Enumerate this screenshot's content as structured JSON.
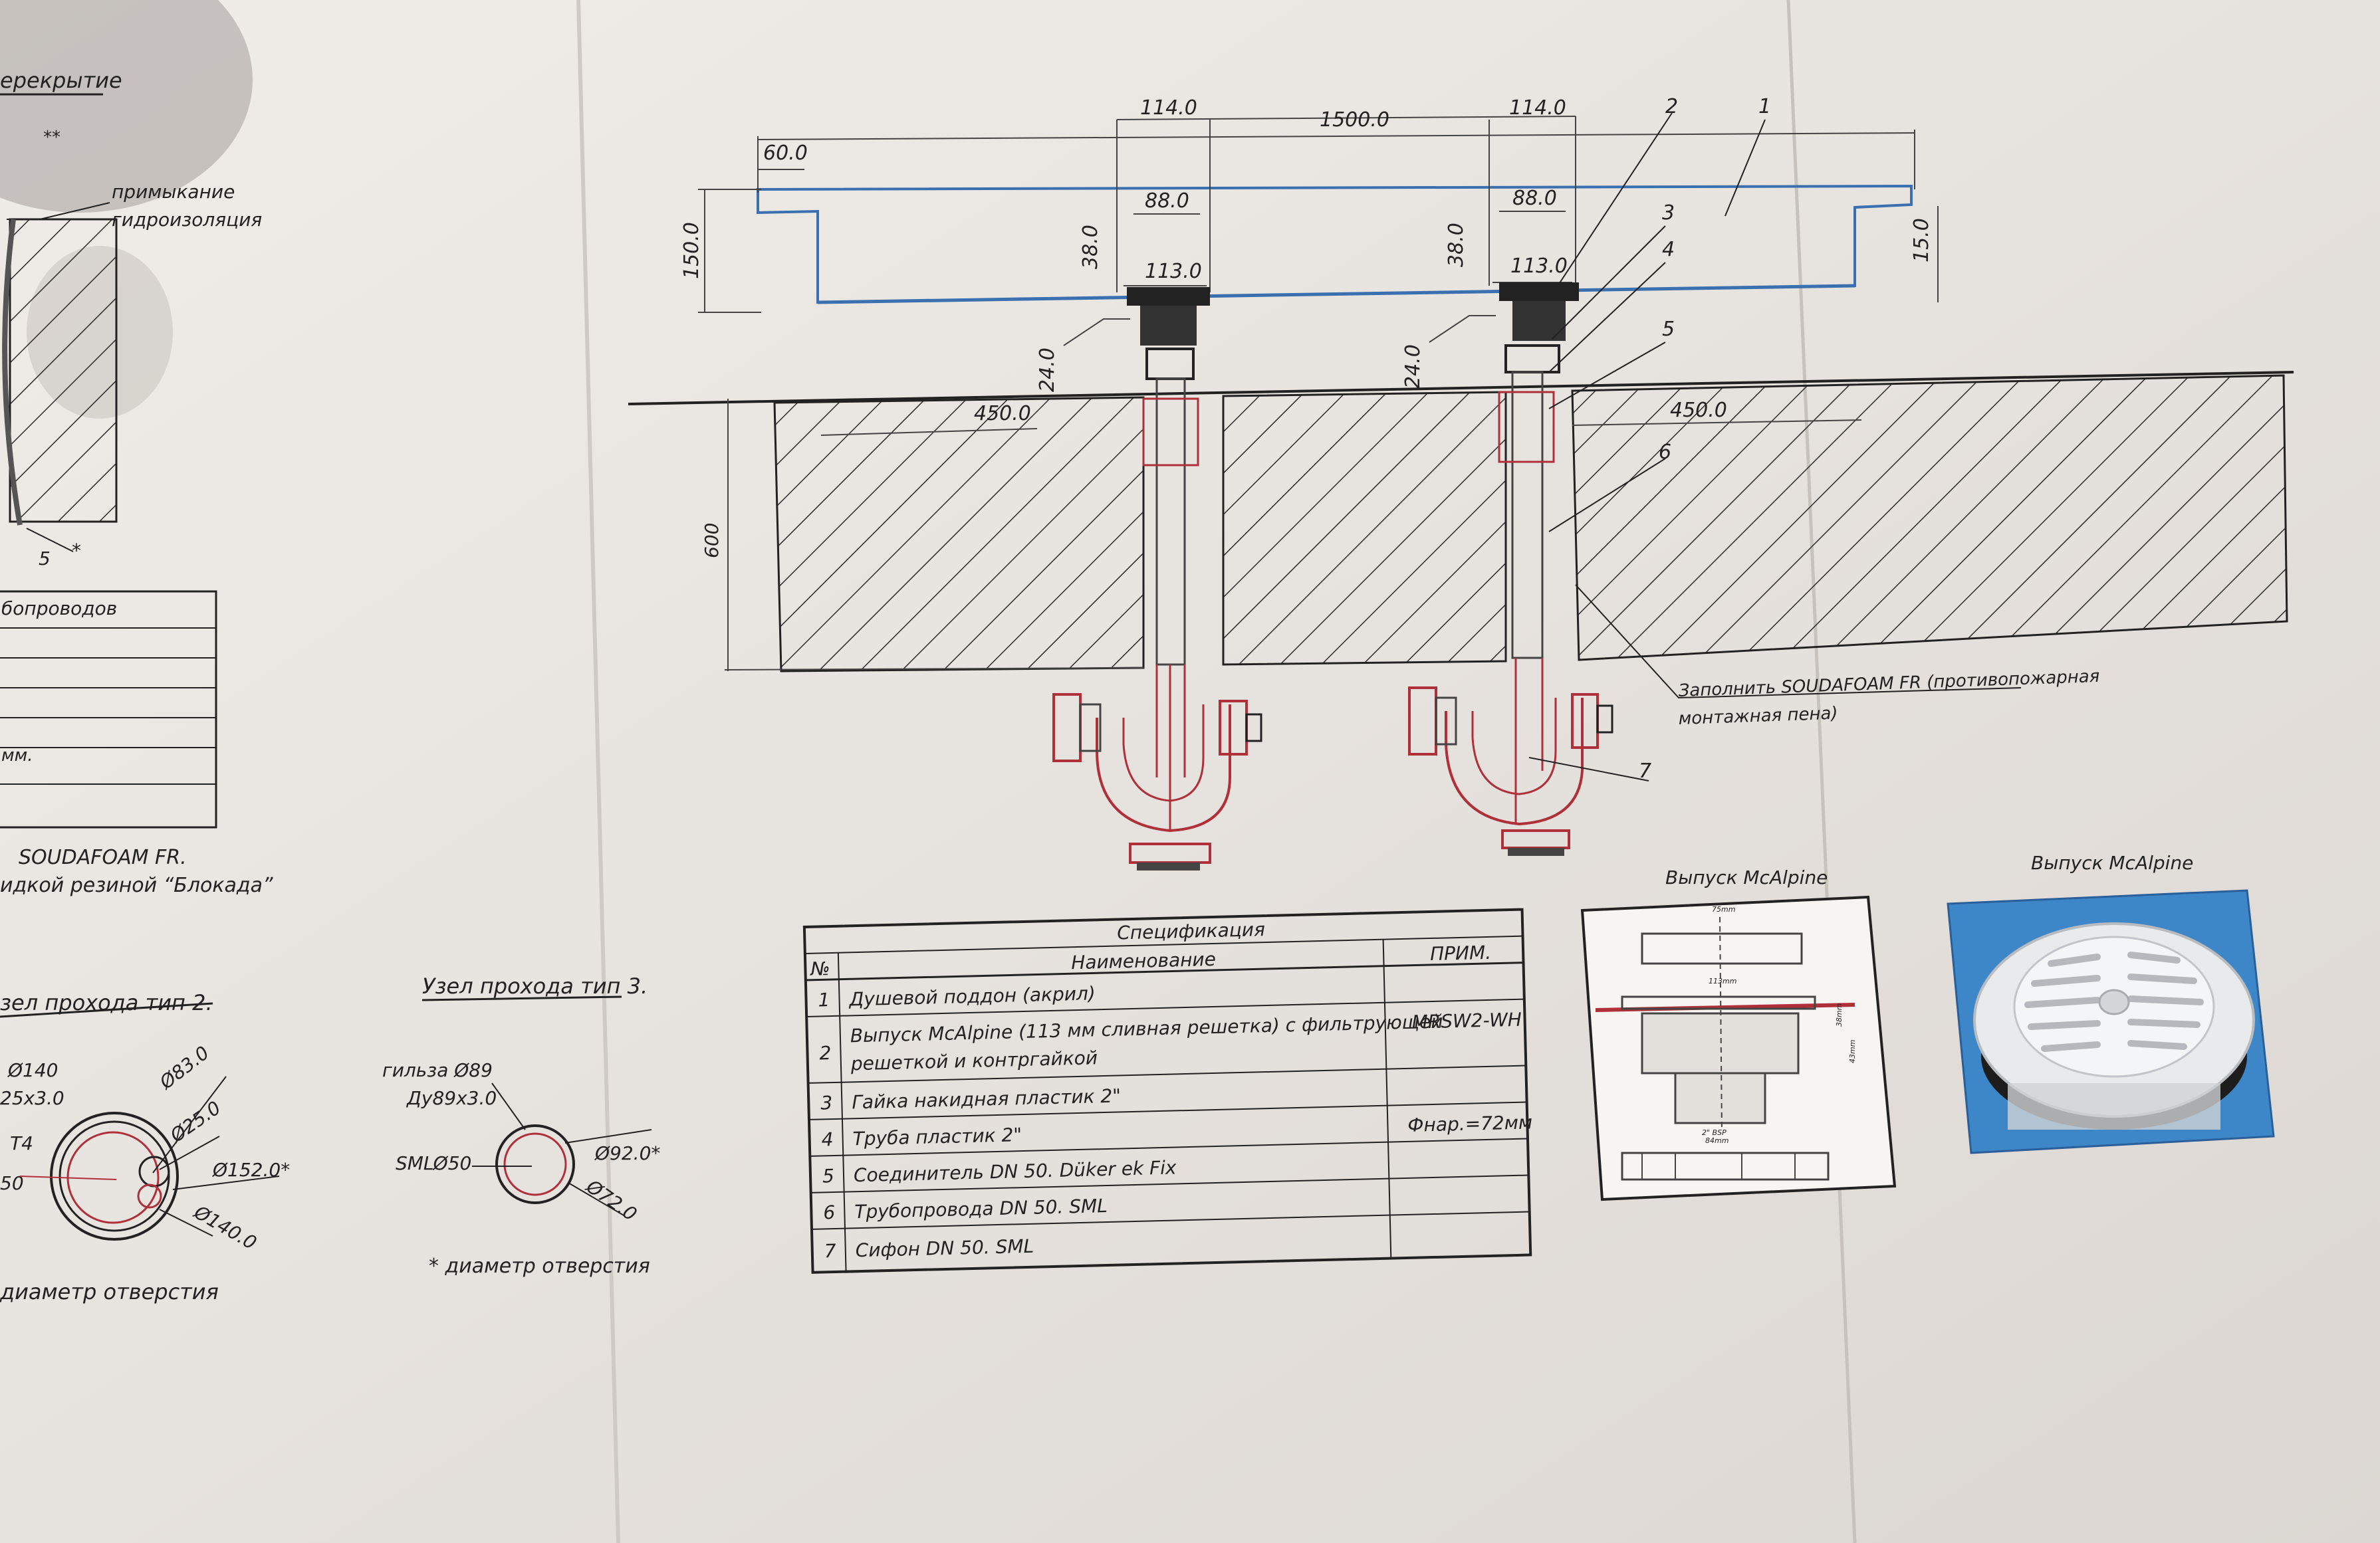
{
  "left_panel": {
    "heading_partial": "ерекрытие",
    "mark_double_star": "**",
    "label_adjoin": "примыкание",
    "label_waterproof": "гидроизоляция",
    "callout_5": "5",
    "callout_star": "*",
    "table_header_partial": "бопроводов",
    "table_row_mm": "мм.",
    "note_line1": "SOUDAFOAM FR.",
    "note_line2": "идкой резиной “Блокада”"
  },
  "dims": {
    "width_60": "60.0",
    "top_114_left": "114.0",
    "top_1500": "1500.0",
    "top_114_right": "114.0",
    "d88_left": "88.0",
    "d88_right": "88.0",
    "d113_left": "113.0",
    "d113_right": "113.0",
    "h38_left": "38.0",
    "h38_right": "38.0",
    "h150": "150.0",
    "h15": "15.0",
    "h24_left": "24.0",
    "h24_right": "24.0",
    "w450_left": "450.0",
    "w450_right": "450.0",
    "h600": "600"
  },
  "callouts": [
    "1",
    "2",
    "3",
    "4",
    "5",
    "6",
    "7"
  ],
  "fill_note": {
    "line1": "Заполнить  SOUDAFOAM FR (противопожарная",
    "line2": "монтажная пена)"
  },
  "spec": {
    "title": "Спецификация",
    "col_no": "№",
    "col_name": "Наименование",
    "col_note": "ПРИМ.",
    "rows": [
      {
        "no": "1",
        "name": "Душевой поддон (акрил)",
        "note": ""
      },
      {
        "no": "2",
        "name": "Выпуск McAlpine (113 мм сливная решетка) с фильтрующей",
        "name2": "решеткой и контргайкой",
        "note": "MRSW2-WH"
      },
      {
        "no": "3",
        "name": "Гайка накидная пластик  2\"",
        "note": ""
      },
      {
        "no": "4",
        "name": "Труба пластик  2\"",
        "note": "Фнар.=72мм"
      },
      {
        "no": "5",
        "name": "Соединитель DN 50. Düker ek Fix",
        "note": ""
      },
      {
        "no": "6",
        "name": "Трубопровода DN 50. SML",
        "note": ""
      },
      {
        "no": "7",
        "name": "Сифон  DN 50. SML",
        "note": ""
      }
    ]
  },
  "mcalpine_drawing": {
    "title": "Выпуск McAlpine",
    "dim_top": "75mm",
    "dim_113": "113mm",
    "dim_side1": "38mm",
    "dim_side2": "43mm",
    "dim_thread": "2\" BSP",
    "dim_bottom": "84mm"
  },
  "mcalpine_photo": {
    "title": "Выпуск McAlpine"
  },
  "node2": {
    "title": "зел прохода тип 2.",
    "d140_top": "Ø140",
    "d25x3": "25х3.0",
    "t4": "Т4",
    "d50": "50",
    "d83": "Ø83.0",
    "d25": "Ø25.0",
    "d152": "Ø152.0*",
    "d140": "Ø140.0",
    "footnote": "диаметр отверстия"
  },
  "node3": {
    "title": "Узел прохода тип 3.",
    "sleeve": "гильза Ø89",
    "dy": "Ду89х3.0",
    "sml": "SMLØ50",
    "d92": "Ø92.0*",
    "d72": "Ø72.0",
    "footnote": "* диаметр отверстия"
  },
  "colors": {
    "paper": "#ece9e6",
    "ink": "#222222",
    "red": "#b0303a",
    "blue_line": "#3a6fb0",
    "photo_bg": "#3d86c8"
  }
}
